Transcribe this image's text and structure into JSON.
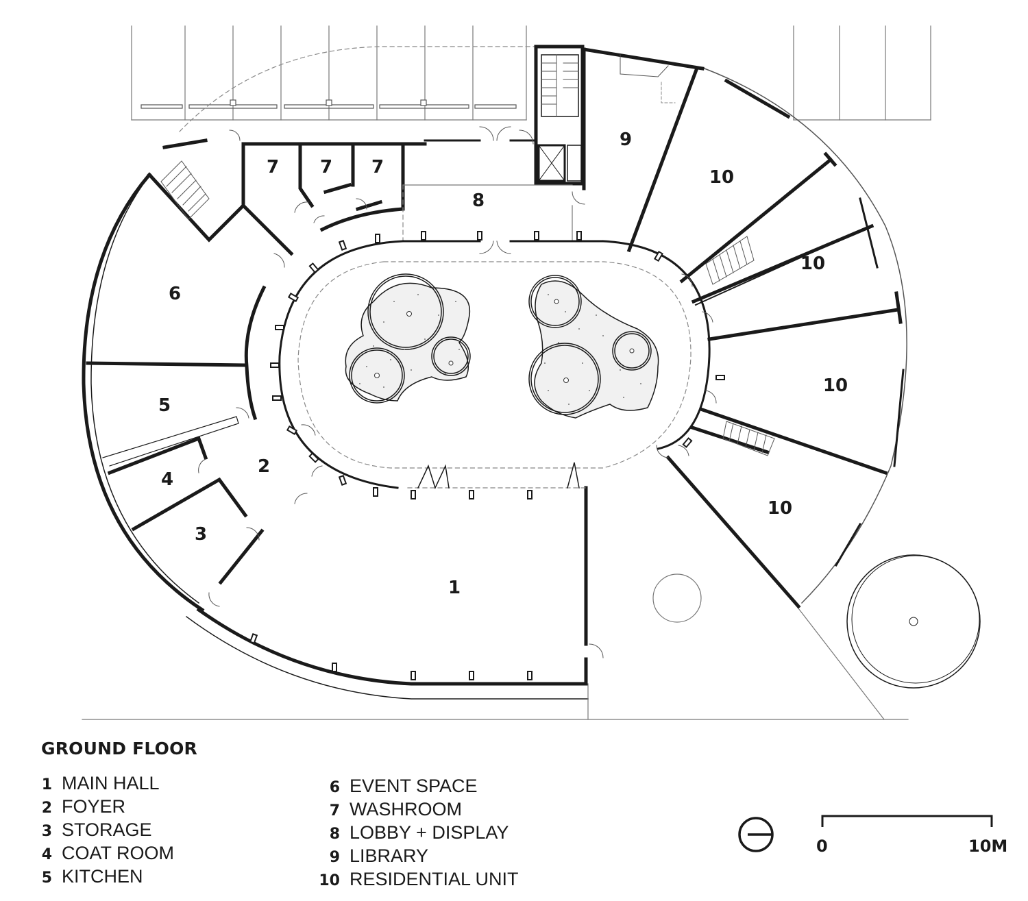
{
  "plan": {
    "room_labels": [
      "1",
      "2",
      "3",
      "4",
      "5",
      "6",
      "7",
      "7",
      "7",
      "8",
      "9",
      "10",
      "10",
      "10",
      "10"
    ]
  },
  "legend": {
    "title": "GROUND FLOOR",
    "items": [
      {
        "num": "1",
        "label": "MAIN HALL"
      },
      {
        "num": "2",
        "label": "FOYER"
      },
      {
        "num": "3",
        "label": "STORAGE"
      },
      {
        "num": "4",
        "label": "COAT ROOM"
      },
      {
        "num": "5",
        "label": "KITCHEN"
      },
      {
        "num": "6",
        "label": "EVENT SPACE"
      },
      {
        "num": "7",
        "label": "WASHROOM"
      },
      {
        "num": "8",
        "label": "LOBBY + DISPLAY"
      },
      {
        "num": "9",
        "label": "LIBRARY"
      },
      {
        "num": "10",
        "label": "RESIDENTIAL UNIT"
      }
    ]
  },
  "scale_bar": {
    "start_label": "0",
    "end_label": "10M"
  },
  "icons": {
    "north": "north-arrow-icon"
  },
  "colors": {
    "ink": "#1a1a1a",
    "hatch": "#888888"
  }
}
